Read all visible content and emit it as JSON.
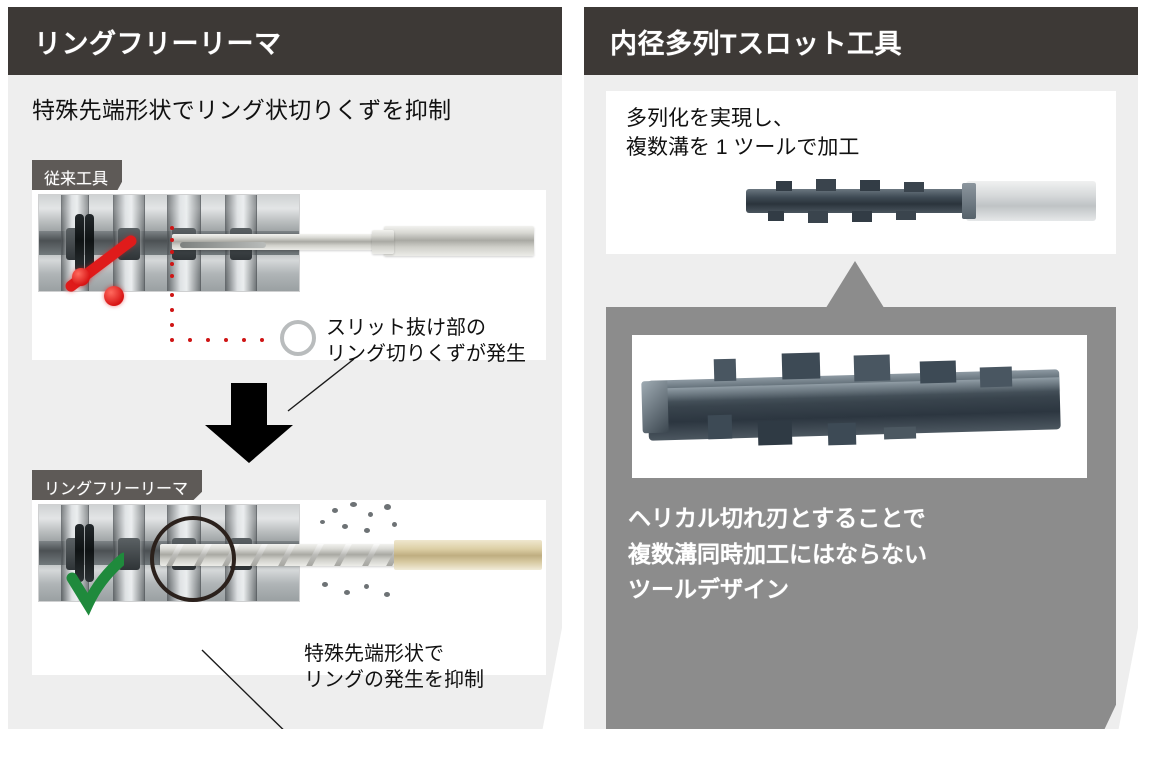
{
  "panels": [
    {
      "id": "ring-free-reamer",
      "title": "リングフリーリーマ",
      "lead": "特殊先端形状でリング状切りくずを抑制",
      "tag_conventional": "従来工具",
      "tag_improved": "リングフリーリーマ",
      "callout_conventional_line1": "スリット抜け部の",
      "callout_conventional_line2": "リング切りくずが発生",
      "callout_improved_line1": "特殊先端形状で",
      "callout_improved_line2": "リングの発生を抑制",
      "arrow": "down-arrow"
    },
    {
      "id": "multi-row-t-slot-tool",
      "title": "内径多列Tスロット工具",
      "card_text": "多列化を実現し、\n複数溝を 1 ツールで加工",
      "gray_text": "ヘリカル切れ刃とすることで\n複数溝同時加工にはならない\nツールデザイン",
      "arrow": "up-arrow"
    }
  ],
  "colors": {
    "header_bar": "#3d3936",
    "panel_background": "#eeeeee",
    "tag_background": "#5e5a57",
    "gray_box": "#8c8c8c",
    "card_background": "#ffffff",
    "accent_red": "#d81414",
    "accent_green": "#1f8a3c",
    "text_dark": "#111111",
    "text_light": "#ffffff"
  }
}
